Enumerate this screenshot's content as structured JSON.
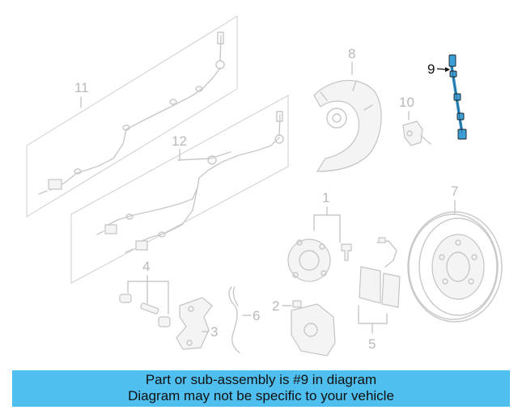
{
  "callouts": {
    "n1": "1",
    "n2": "2",
    "n3": "3",
    "n4": "4",
    "n5": "5",
    "n6": "6",
    "n7": "7",
    "n8": "8",
    "n9": "9",
    "n10": "10",
    "n11": "11",
    "n12": "12"
  },
  "banner": {
    "line1": "Part or sub-assembly is #9 in diagram",
    "line2": "Diagram may not be specific to your vehicle"
  },
  "colors": {
    "banner_bg": "#4fbff0",
    "highlight": "#3ca0d8",
    "parts_line": "#c8c8c8"
  }
}
